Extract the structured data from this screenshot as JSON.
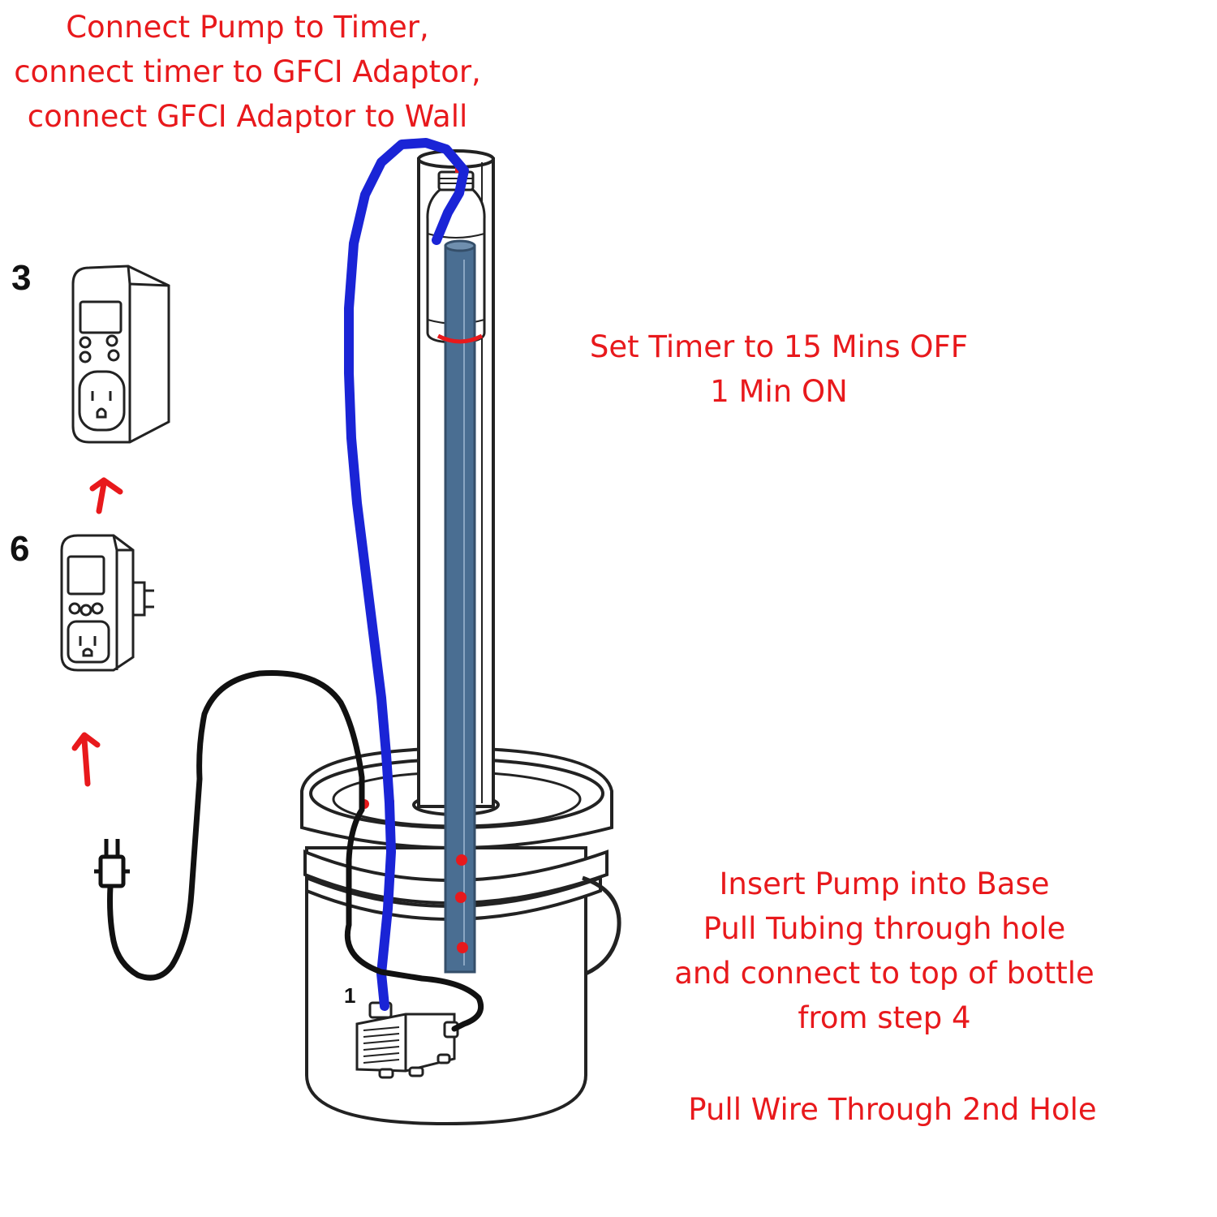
{
  "colors": {
    "annotation_red": "#e8191c",
    "tubing_blue": "#1a24d6",
    "inner_tube_blue": "#4a6e92",
    "wire_black": "#111111",
    "outline": "#222222"
  },
  "notes": {
    "top": [
      "Connect Pump to Timer,",
      "connect timer to GFCI Adaptor,",
      "connect GFCI Adaptor to Wall"
    ],
    "timer": [
      "Set Timer to 15 Mins OFF",
      "1 Min ON"
    ],
    "pump": [
      "Insert Pump into Base",
      "Pull Tubing through hole",
      "and connect to top of bottle",
      "from step 4"
    ],
    "wire": "Pull Wire Through 2nd Hole"
  },
  "step_labels": {
    "timer_device": "3",
    "gfci_adaptor": "6",
    "pump": "1"
  },
  "icons": {
    "timer": "timer-outlet-icon",
    "gfci": "gfci-adaptor-icon",
    "plug": "power-plug-icon",
    "pump": "submersible-pump-icon",
    "bucket": "bucket-icon",
    "pipe": "vertical-pipe-icon",
    "bottle": "bottle-icon"
  }
}
